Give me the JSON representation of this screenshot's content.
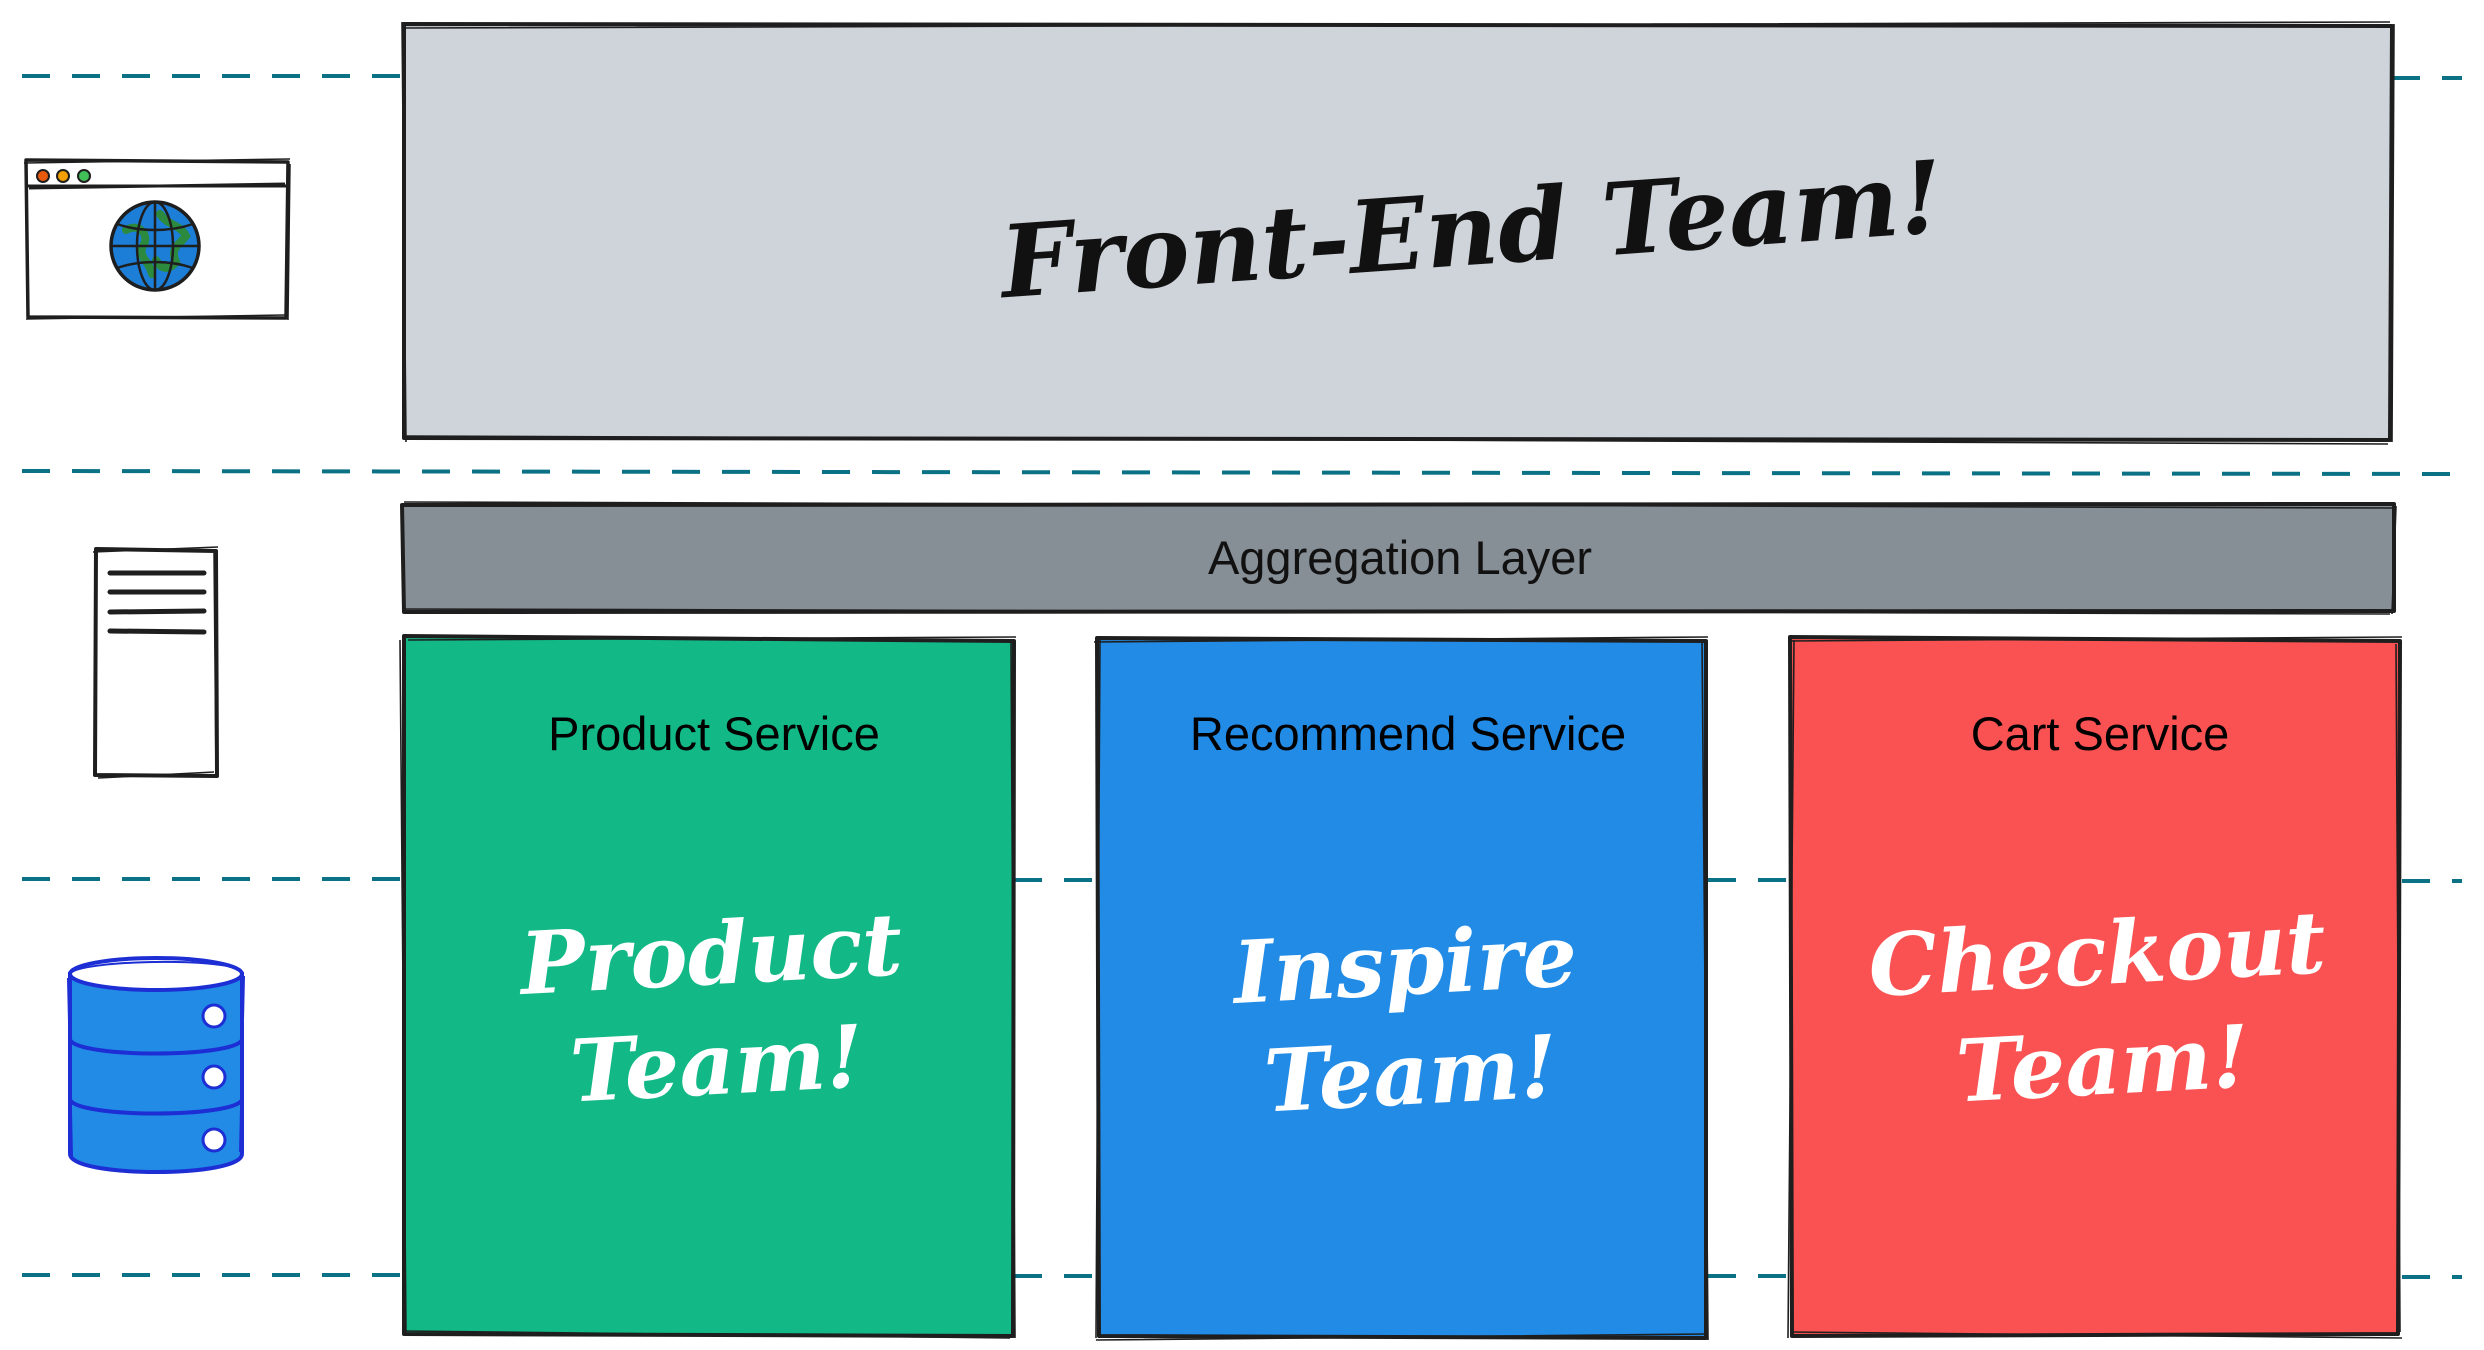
{
  "colors": {
    "frontend_fill": "#ced4da",
    "aggregation_fill": "#868e96",
    "product_fill": "#12b886",
    "recommend_fill": "#228be6",
    "cart_fill": "#fa5252",
    "divider": "#0b7285",
    "database_fill": "#228be6",
    "database_stroke": "#1c2ed4",
    "globe_fill": "#1c7ed6",
    "globe_land": "#2b8a3e"
  },
  "layers": {
    "frontend": {
      "title": "Front-End Team!",
      "icon": "browser-globe-icon"
    },
    "aggregation": {
      "label": "Aggregation Layer",
      "icon": "server-document-icon"
    },
    "services": [
      {
        "label": "Product Service",
        "team": "Product\nTeam!"
      },
      {
        "label": "Recommend Service",
        "team": "Inspire\nTeam!"
      },
      {
        "label": "Cart Service",
        "team": "Checkout\nTeam!"
      }
    ],
    "database": {
      "icon": "database-icon"
    }
  }
}
